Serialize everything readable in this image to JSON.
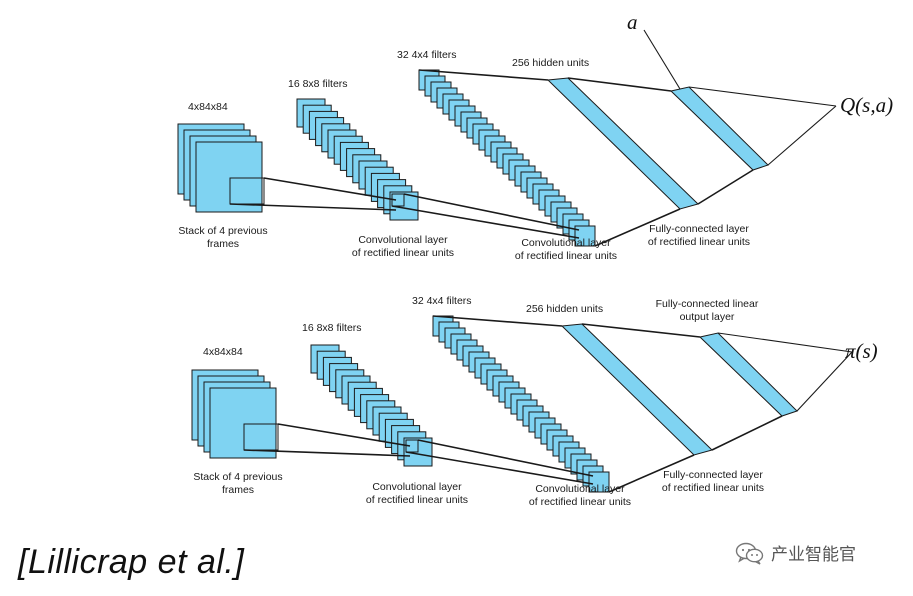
{
  "colors": {
    "fill": "#7fd3f2",
    "stroke": "#1a1a1a",
    "text": "#1a1a1a"
  },
  "networks": [
    {
      "output_label": "Q(s,a)",
      "action_label": "a",
      "input": {
        "size_label": "4x84x84",
        "caption_line1": "Stack of 4 previous",
        "caption_line2": "frames"
      },
      "conv1": {
        "filters_label": "16 8x8 filters",
        "caption_line1": "Convolutional layer",
        "caption_line2": "of rectified linear units"
      },
      "conv2": {
        "filters_label": "32 4x4 filters",
        "caption_line1": "Convolutional layer",
        "caption_line2": "of rectified linear units"
      },
      "hidden": {
        "units_label": "256 hidden units"
      },
      "fc": {
        "caption_line1": "Fully-connected layer",
        "caption_line2": "of rectified linear units"
      }
    },
    {
      "output_label": "π(s)",
      "input": {
        "size_label": "4x84x84",
        "caption_line1": "Stack of 4 previous",
        "caption_line2": "frames"
      },
      "conv1": {
        "filters_label": "16 8x8 filters",
        "caption_line1": "Convolutional layer",
        "caption_line2": "of rectified linear units"
      },
      "conv2": {
        "filters_label": "32 4x4 filters",
        "caption_line1": "Convolutional layer",
        "caption_line2": "of rectified linear units"
      },
      "hidden": {
        "units_label": "256 hidden units"
      },
      "fc_top": {
        "caption_line1": "Fully-connected linear",
        "caption_line2": "output layer"
      },
      "fc": {
        "caption_line1": "Fully-connected layer",
        "caption_line2": "of rectified linear units"
      }
    }
  ],
  "citation": "[Lillicrap et al.]",
  "watermark": {
    "text": "产业智能官",
    "icon": "wechat-icon"
  }
}
